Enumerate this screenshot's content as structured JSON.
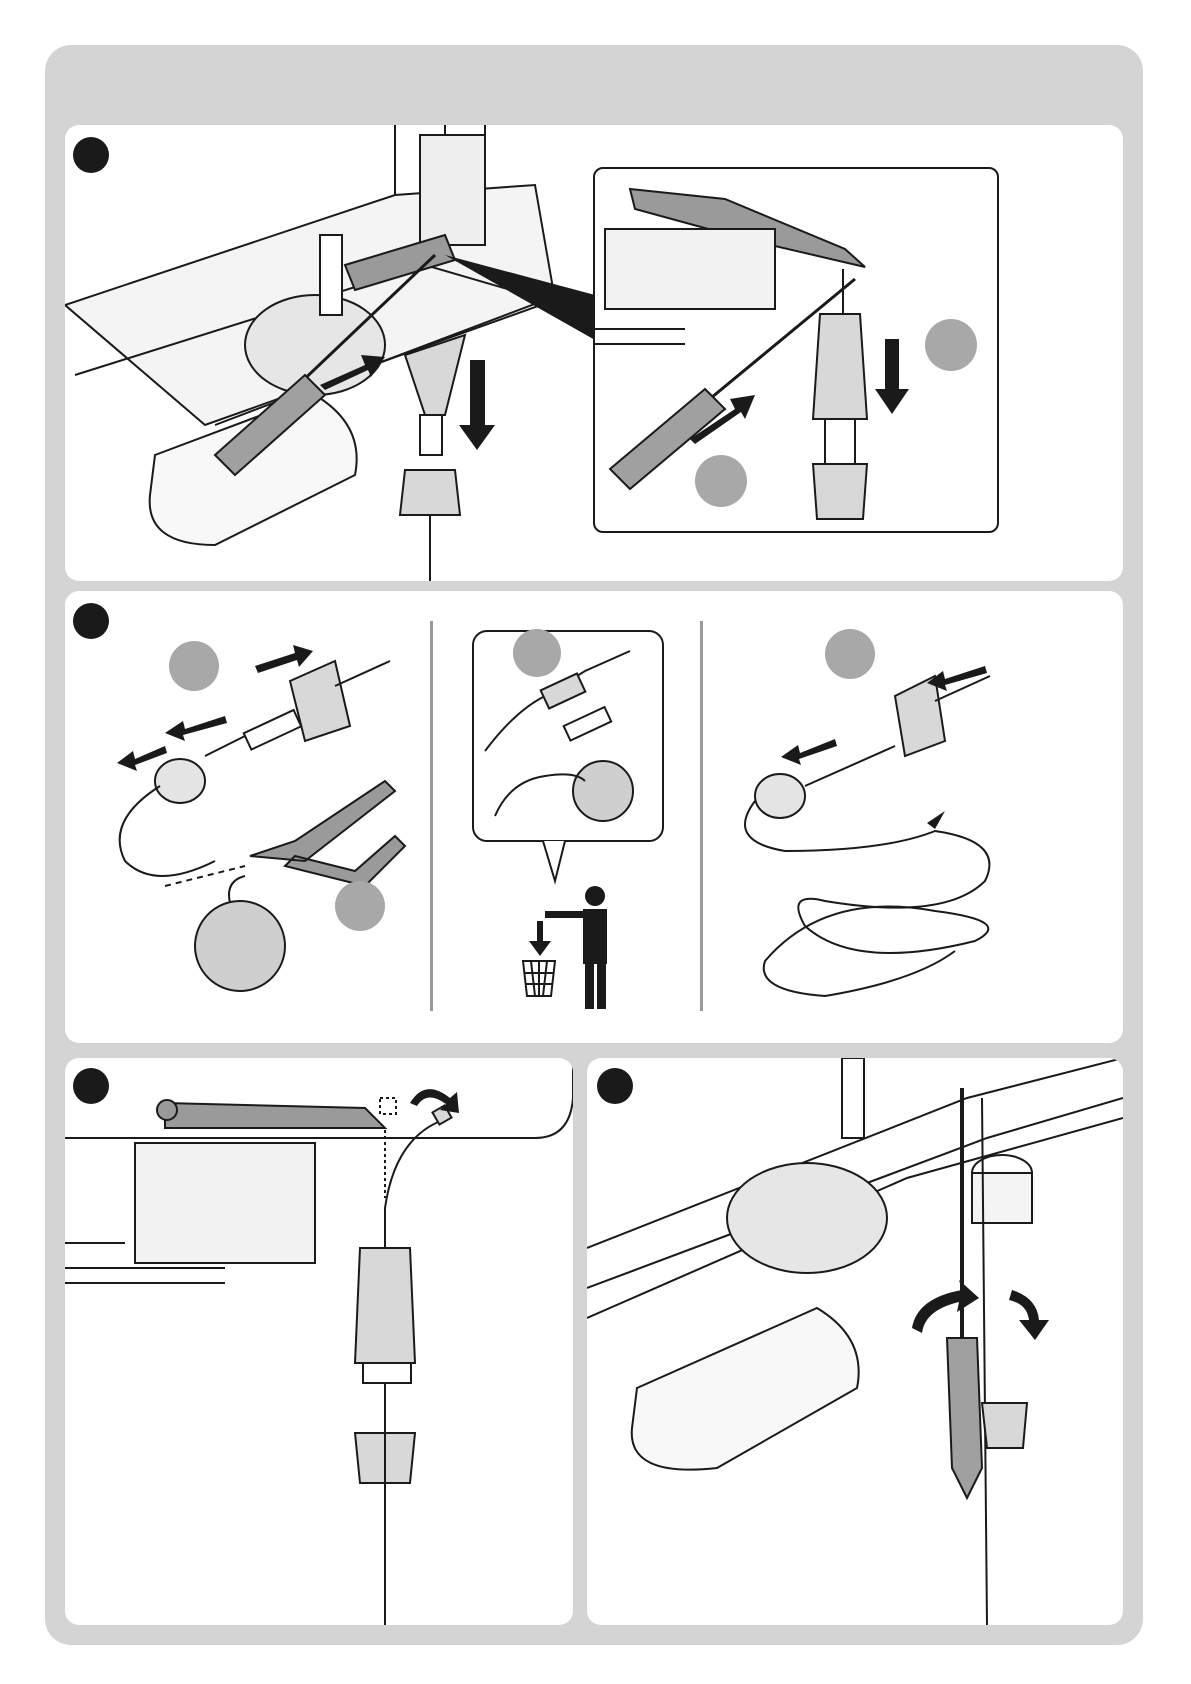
{
  "page": {
    "background": "#ffffff",
    "sheet_color": "#d4d4d4",
    "panel_color": "#ffffff",
    "step_marker_color": "#1a1a1a",
    "callout_color": "#a8a8a8",
    "arrow_color": "#1a1a1a"
  },
  "steps": [
    {
      "id": "step-1",
      "scenes": [
        "main-assembly-view",
        "zoomed-detail-view"
      ],
      "callouts": 2
    },
    {
      "id": "step-2",
      "scenes": [
        "cut-cable-with-pliers",
        "dispose-parts",
        "remove-cap-and-spring"
      ],
      "callouts": 4
    },
    {
      "id": "step-3",
      "scenes": [
        "reinsert-cable-under-lever"
      ],
      "callouts": 0
    },
    {
      "id": "step-4",
      "scenes": [
        "tighten-with-screwdriver"
      ],
      "callouts": 0
    }
  ],
  "icons": {
    "step_marker": "filled-circle-icon",
    "callout": "grey-circle-icon",
    "direction_arrow": "dashed-arrow-icon",
    "rotate_arrow": "rotate-arrow-icon",
    "trash": "trash-bin-icon",
    "person": "person-disposing-icon",
    "pliers": "pliers-icon",
    "screwdriver": "screwdriver-icon",
    "spring": "spring-icon"
  }
}
